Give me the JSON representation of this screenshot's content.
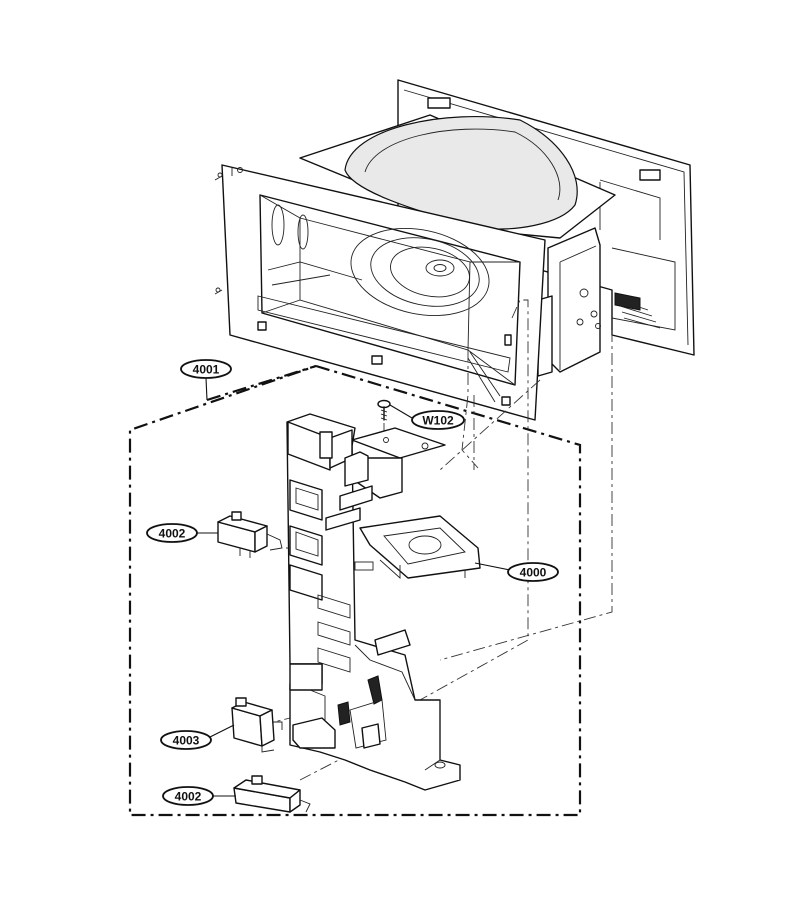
{
  "callouts": {
    "c4001": "4001",
    "cW102": "W102",
    "c4002a": "4002",
    "c4000": "4000",
    "c4003": "4003",
    "c4002b": "4002"
  }
}
